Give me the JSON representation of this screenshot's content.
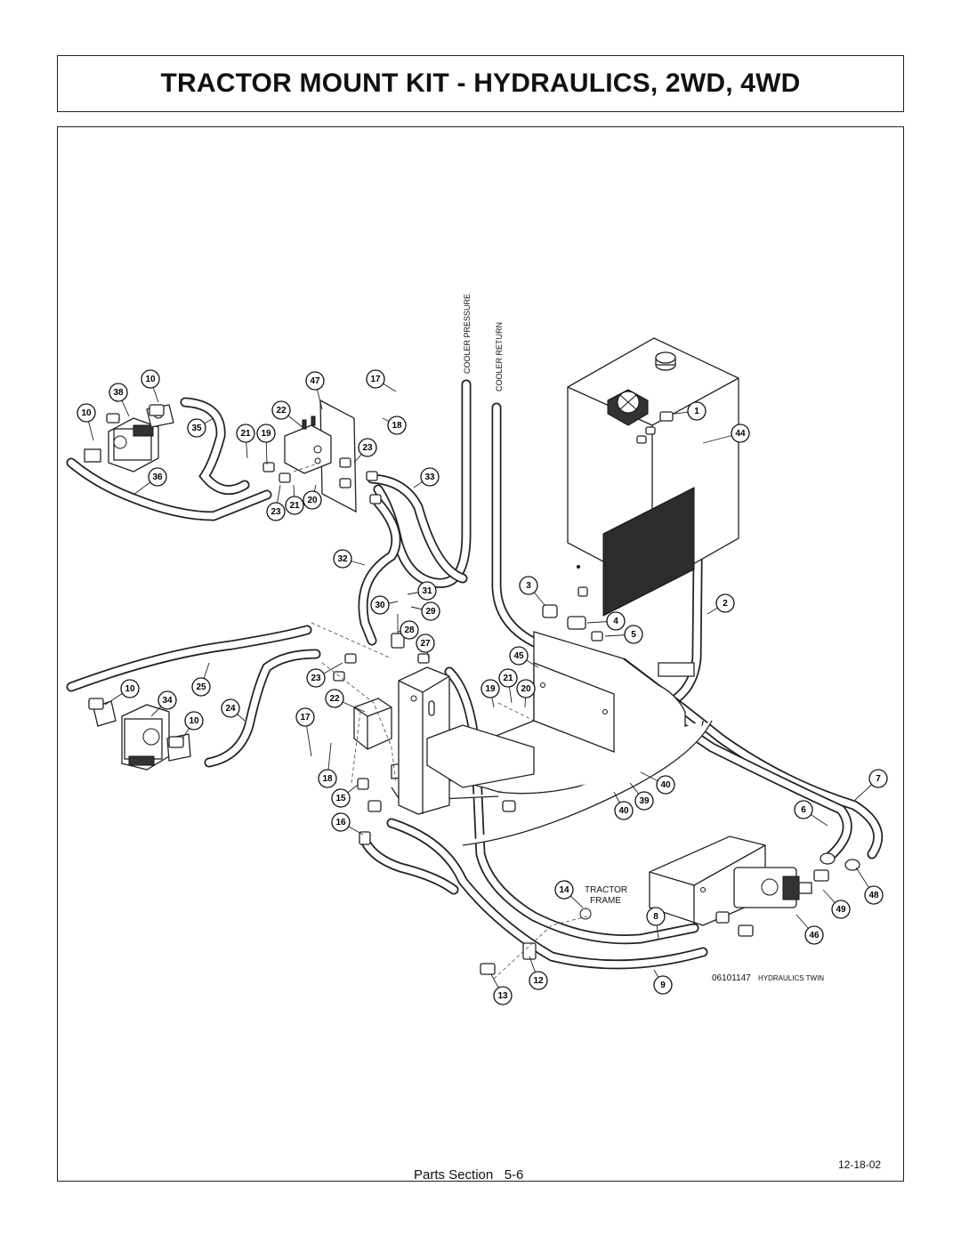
{
  "page": {
    "title": "TRACTOR MOUNT KIT - HYDRAULICS, 2WD, 4WD",
    "footer_section": "Parts Section   5-6",
    "footer_date": "12-18-02"
  },
  "diagram": {
    "labels": {
      "cooler_pressure": "COOLER PRESSURE",
      "cooler_return": "COOLER RETURN",
      "tractor_frame_1": "TRACTOR",
      "tractor_frame_2": "FRAME",
      "drawing_number": "06101147",
      "drawing_name": "HYDRAULICS TWIN"
    },
    "callouts": [
      {
        "id": "c10a",
        "text": "10"
      },
      {
        "id": "c38",
        "text": "38"
      },
      {
        "id": "c10b",
        "text": "10"
      },
      {
        "id": "c35",
        "text": "35"
      },
      {
        "id": "c36",
        "text": "36"
      },
      {
        "id": "c47",
        "text": "47"
      },
      {
        "id": "c17a",
        "text": "17"
      },
      {
        "id": "c22a",
        "text": "22"
      },
      {
        "id": "c18a",
        "text": "18"
      },
      {
        "id": "c21a",
        "text": "21"
      },
      {
        "id": "c19a",
        "text": "19"
      },
      {
        "id": "c23a",
        "text": "23"
      },
      {
        "id": "c33",
        "text": "33"
      },
      {
        "id": "c23b",
        "text": "23"
      },
      {
        "id": "c21b",
        "text": "21"
      },
      {
        "id": "c20a",
        "text": "20"
      },
      {
        "id": "c1",
        "text": "1"
      },
      {
        "id": "c44",
        "text": "44"
      },
      {
        "id": "c32",
        "text": "32"
      },
      {
        "id": "c31",
        "text": "31"
      },
      {
        "id": "c30",
        "text": "30"
      },
      {
        "id": "c29",
        "text": "29"
      },
      {
        "id": "c3",
        "text": "3"
      },
      {
        "id": "c2",
        "text": "2"
      },
      {
        "id": "c4",
        "text": "4"
      },
      {
        "id": "c5",
        "text": "5"
      },
      {
        "id": "c28",
        "text": "28"
      },
      {
        "id": "c27",
        "text": "27"
      },
      {
        "id": "c45",
        "text": "45"
      },
      {
        "id": "c23c",
        "text": "23"
      },
      {
        "id": "c21c",
        "text": "21"
      },
      {
        "id": "c19b",
        "text": "19"
      },
      {
        "id": "c20b",
        "text": "20"
      },
      {
        "id": "c10c",
        "text": "10"
      },
      {
        "id": "c25",
        "text": "25"
      },
      {
        "id": "c34",
        "text": "34"
      },
      {
        "id": "c22b",
        "text": "22"
      },
      {
        "id": "c24",
        "text": "24"
      },
      {
        "id": "c10d",
        "text": "10"
      },
      {
        "id": "c17b",
        "text": "17"
      },
      {
        "id": "c18b",
        "text": "18"
      },
      {
        "id": "c15",
        "text": "15"
      },
      {
        "id": "c16",
        "text": "16"
      },
      {
        "id": "c7",
        "text": "7"
      },
      {
        "id": "c40a",
        "text": "40"
      },
      {
        "id": "c40b",
        "text": "40"
      },
      {
        "id": "c39",
        "text": "39"
      },
      {
        "id": "c6",
        "text": "6"
      },
      {
        "id": "c14",
        "text": "14"
      },
      {
        "id": "c48",
        "text": "48"
      },
      {
        "id": "c49",
        "text": "49"
      },
      {
        "id": "c8",
        "text": "8"
      },
      {
        "id": "c46",
        "text": "46"
      },
      {
        "id": "c12",
        "text": "12"
      },
      {
        "id": "c13",
        "text": "13"
      },
      {
        "id": "c9",
        "text": "9"
      }
    ]
  }
}
